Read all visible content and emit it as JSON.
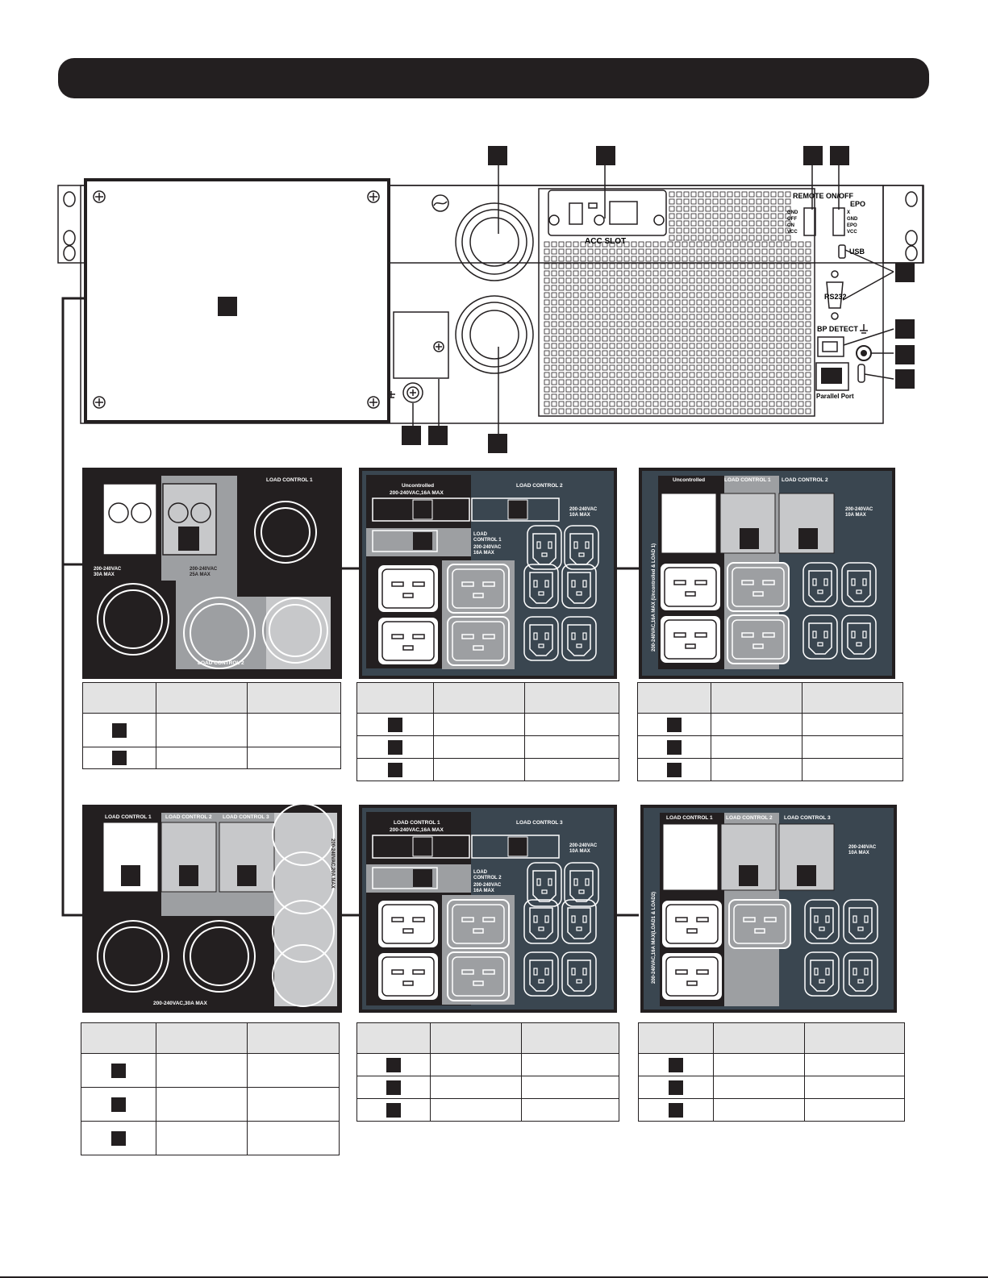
{
  "rear_labels": {
    "acc_slot": "ACC SLOT",
    "remote_on_off": "REMOTE ON/OFF",
    "epo": "EPO",
    "remote_pins": [
      "GND",
      "OFF",
      "ON",
      "VCC"
    ],
    "epo_pins": [
      "X",
      "GND",
      "EPO",
      "VCC"
    ],
    "usb": "USB",
    "rs232": "RS232",
    "bp_detect": "BP DETECT",
    "parallel_port": "Parallel Port"
  },
  "panel1": {
    "load_control_1": "LOAD CONTROL 1",
    "load_control_2": "LOAD CONTROL 2",
    "spec_left": "200-240VAC",
    "spec_left_2": "30A MAX",
    "spec_mid": "200-240VAC",
    "spec_mid_2": "25A MAX"
  },
  "panel2": {
    "uncontrolled": "Uncontrolled",
    "uncontrolled_spec": "200-240VAC,16A MAX",
    "load_control_2": "LOAD CONTROL 2",
    "lc2_spec": "200-240VAC",
    "lc2_spec_2": "10A MAX",
    "load": "LOAD",
    "control_1": "CONTROL 1",
    "lc1_spec": "200-240VAC",
    "lc1_spec_2": "16A MAX"
  },
  "panel3": {
    "uncontrolled": "Uncontrolled",
    "load_control_1": "LOAD CONTROL 1",
    "load_control_2": "LOAD CONTROL 2",
    "spec": "200-240VAC",
    "spec_2": "10A MAX",
    "vertical": "200-240VAC,16A MAX (Uncontrolled & LOAD 1)"
  },
  "panel4": {
    "load_control_1": "LOAD CONTROL 1",
    "load_control_2": "LOAD CONTROL 2",
    "load_control_3": "LOAD CONTROL 3",
    "bottom": "200-240VAC,30A MAX",
    "vertical": "200-240VAC,20A MAX"
  },
  "panel5": {
    "load_control_1": "LOAD CONTROL 1",
    "lc1_spec": "200-240VAC,16A MAX",
    "load_control_3": "LOAD CONTROL 3",
    "lc3_spec": "200-240VAC",
    "lc3_spec_2": "10A MAX",
    "load": "LOAD",
    "control_2": "CONTROL 2",
    "lc2_spec": "200-240VAC",
    "lc2_spec_2": "16A MAX"
  },
  "panel6": {
    "load_control_1": "LOAD CONTROL 1",
    "load_control_2": "LOAD CONTROL 2",
    "load_control_3": "LOAD CONTROL 3",
    "spec": "200-240VAC",
    "spec_2": "10A MAX",
    "vertical": "200-240VAC,16A MAX(LOAD1 & LOAD2)"
  },
  "tables": {
    "t1_rows": 2,
    "t2_rows": 3,
    "t3_rows": 3,
    "t4_rows": 3,
    "t5_rows": 3,
    "t6_rows": 3
  },
  "colors": {
    "black": "#231f20",
    "panel_gray": "#3a4650",
    "mid_gray": "#9d9fa2",
    "light_gray": "#c7c8ca",
    "header_fill": "#e3e3e3"
  }
}
